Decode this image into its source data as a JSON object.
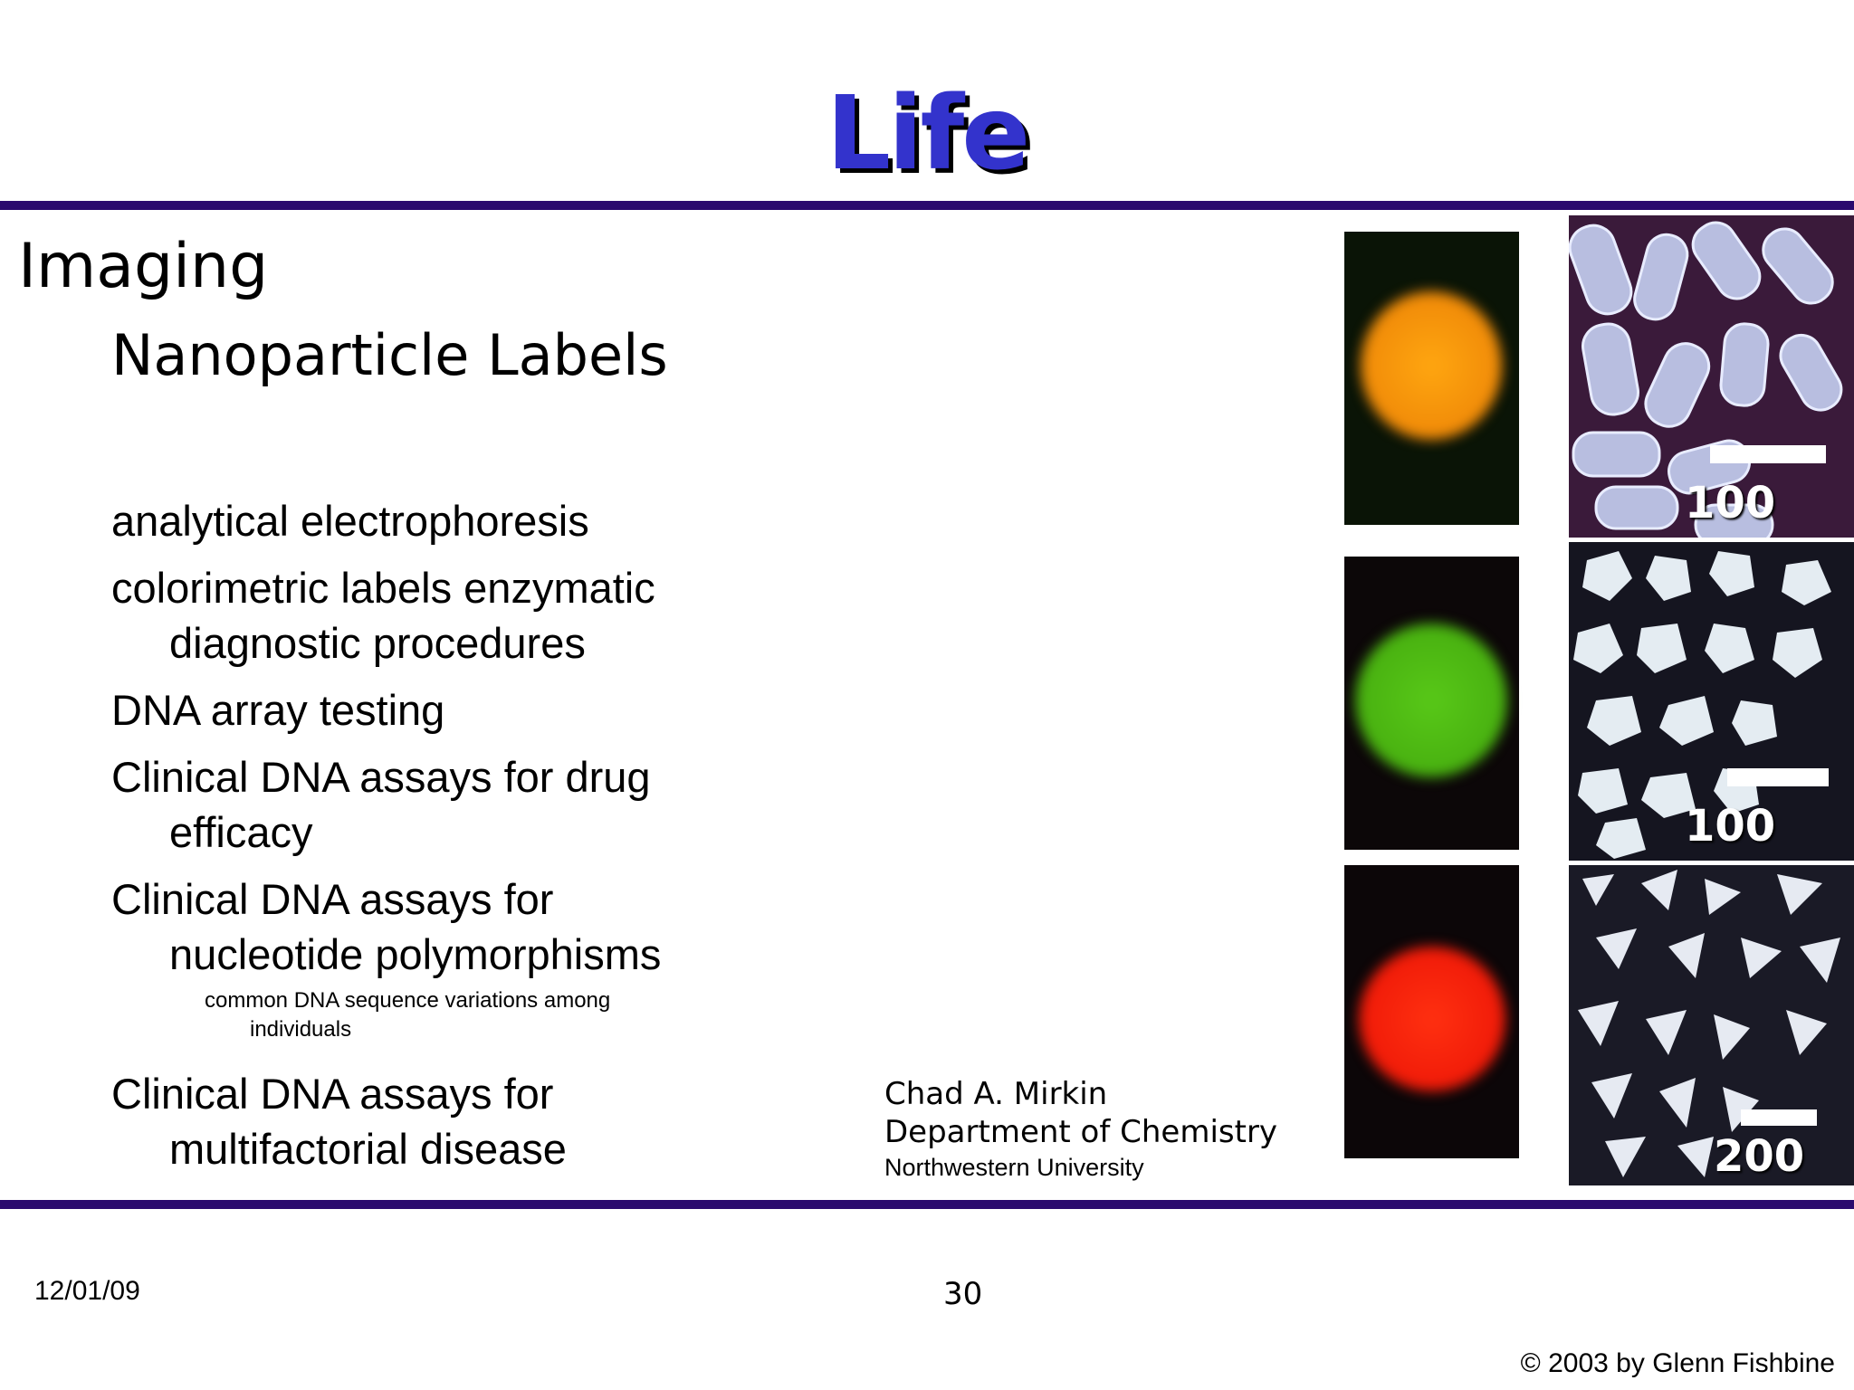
{
  "title": "Life",
  "heading": "Imaging",
  "subheading": "Nanoparticle Labels",
  "bullets": [
    {
      "line1": "analytical electrophoresis",
      "line2": ""
    },
    {
      "line1": "colorimetric labels enzymatic",
      "line2": "diagnostic procedures"
    },
    {
      "line1": "DNA array testing",
      "line2": ""
    },
    {
      "line1": "Clinical DNA assays for drug",
      "line2": "efficacy"
    },
    {
      "line1": "Clinical DNA assays for",
      "line2": "nucleotide polymorphisms"
    }
  ],
  "note": {
    "line1": "common DNA sequence variations among",
    "line2": "individuals"
  },
  "last_bullet": {
    "line1": "Clinical DNA assays for",
    "line2": "multifactorial disease"
  },
  "credit": {
    "name": "Chad A. Mirkin",
    "department": "Department of Chemistry",
    "university": "Northwestern University"
  },
  "images": {
    "dot_colors": [
      "#ff9a10",
      "#56c416",
      "#ff2a10"
    ],
    "scale_labels": [
      "100 nm",
      "100 nm",
      "200 nm"
    ]
  },
  "footer": {
    "date": "12/01/09",
    "page": "30",
    "copyright": "© 2003 by Glenn Fishbine"
  }
}
